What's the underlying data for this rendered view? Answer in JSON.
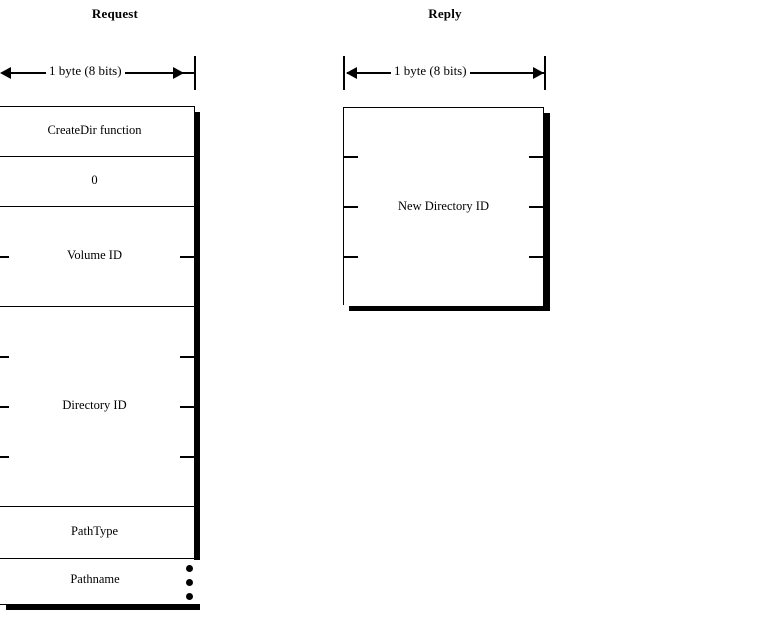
{
  "diagram": {
    "title_request": "Request",
    "title_reply": "Reply",
    "ruler_label": "1 byte (8 bits)"
  },
  "request": {
    "label": "Request",
    "ruler": "1 byte (8 bits)",
    "fields": [
      {
        "name": "CreateDir function",
        "bytes": 1,
        "ticks": 0,
        "open_right": false
      },
      {
        "name": "0",
        "bytes": 1,
        "ticks": 0,
        "open_right": false
      },
      {
        "name": "Volume ID",
        "bytes": 2,
        "ticks": 1,
        "open_right": false
      },
      {
        "name": "Directory ID",
        "bytes": 4,
        "ticks": 3,
        "open_right": false
      },
      {
        "name": "PathType",
        "bytes": 1,
        "ticks": 0,
        "open_right": false
      },
      {
        "name": "Pathname",
        "bytes": 1,
        "ticks": 0,
        "open_right": true
      }
    ]
  },
  "reply": {
    "label": "Reply",
    "ruler": "1 byte (8 bits)",
    "fields": [
      {
        "name": "New Directory ID",
        "bytes": 4,
        "ticks": 3,
        "open_right": false
      }
    ]
  }
}
